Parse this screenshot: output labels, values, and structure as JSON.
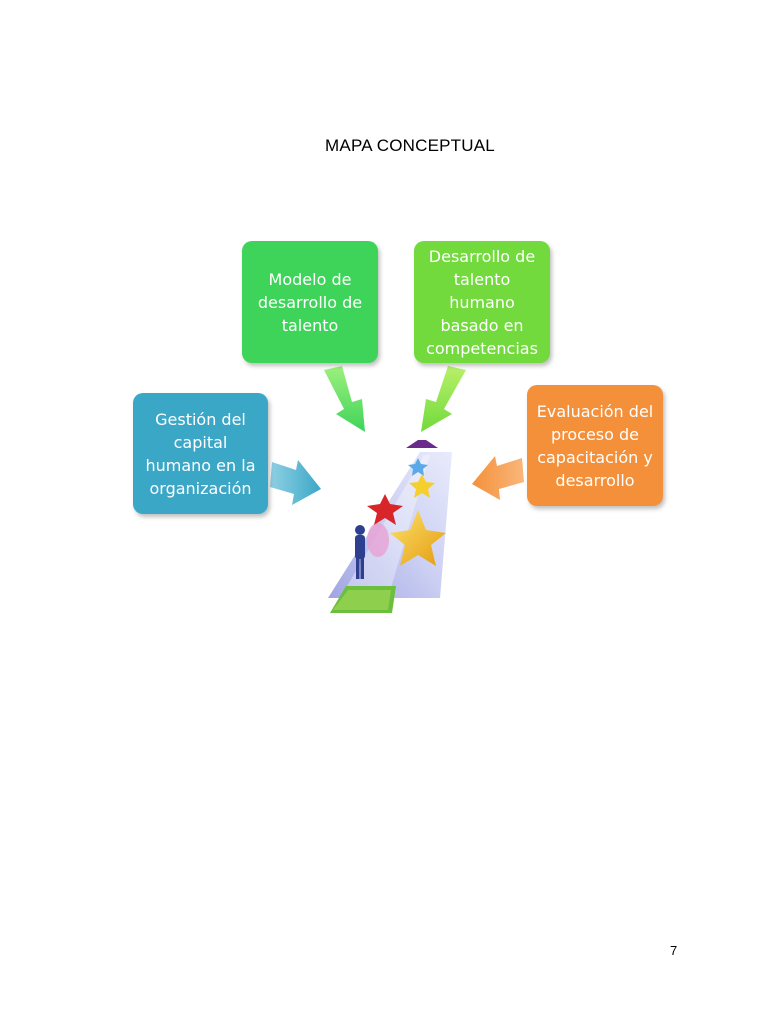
{
  "title": "MAPA CONCEPTUAL",
  "nodes": [
    {
      "id": "modelo",
      "text": "Modelo de desarrollo de talento",
      "color": "#3ed45a"
    },
    {
      "id": "desarrollo",
      "text": "Desarrollo de talento humano basado en competencias",
      "color": "#72da3c"
    },
    {
      "id": "gestion",
      "text": "Gestión del capital humano en la organización",
      "color": "#3ba7c6"
    },
    {
      "id": "evaluacion",
      "text": "Evaluación del proceso de capacitación y desarrollo",
      "color": "#f4903a"
    }
  ],
  "center_image": {
    "icon": "talent-path-stars-illustration"
  },
  "page_number": "7"
}
